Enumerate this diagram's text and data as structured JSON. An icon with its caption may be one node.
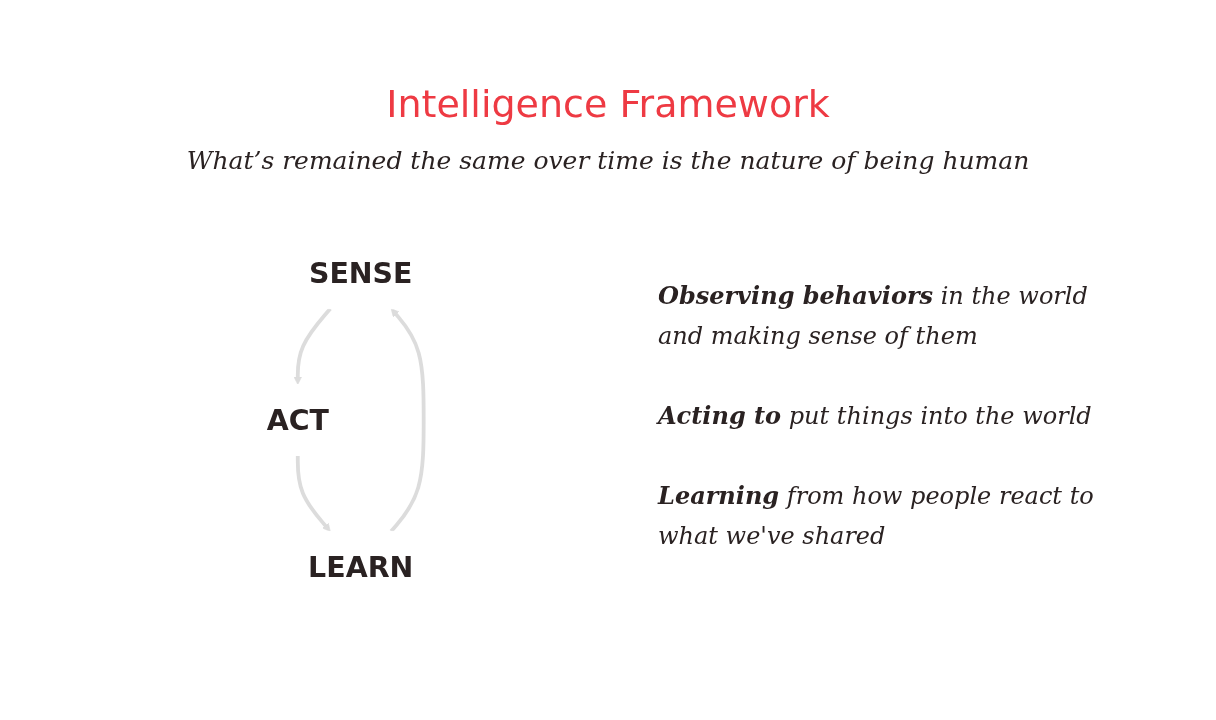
{
  "diagram": {
    "title": "Intelligence Framework",
    "nodes": [
      {
        "text": [
          "SENSE"
        ]
      },
      {
        "text": [
          "ACT"
        ]
      },
      {
        "text": [
          "LEARN"
        ]
      }
    ],
    "edges": [
      {
        "from": 0,
        "to": 1,
        "arrow": "to"
      },
      {
        "from": 1,
        "to": 2,
        "arrow": "to"
      },
      {
        "from": 2,
        "to": 0,
        "arrow": "to"
      }
    ],
    "labels": [
      "What’s remained the same over time is the nature of being human",
      "**Observing behaviors** in the world and making sense of them",
      "**Acting to** put things into the world",
      "**Learning** from how people react to what we've shared"
    ]
  }
}
